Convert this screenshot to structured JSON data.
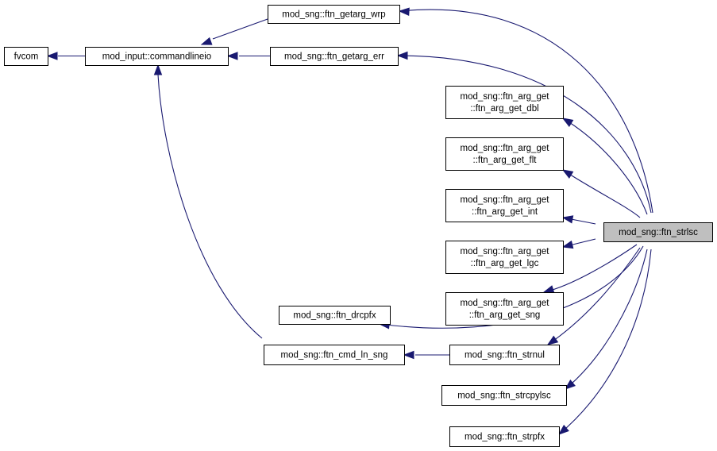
{
  "graph": {
    "nodes": {
      "fvcom": {
        "lines": [
          "fvcom"
        ]
      },
      "commandlineio": {
        "lines": [
          "mod_input::commandlineio"
        ]
      },
      "getarg_wrp": {
        "lines": [
          "mod_sng::ftn_getarg_wrp"
        ]
      },
      "getarg_err": {
        "lines": [
          "mod_sng::ftn_getarg_err"
        ]
      },
      "arg_get_dbl": {
        "lines": [
          "mod_sng::ftn_arg_get",
          "::ftn_arg_get_dbl"
        ]
      },
      "arg_get_flt": {
        "lines": [
          "mod_sng::ftn_arg_get",
          "::ftn_arg_get_flt"
        ]
      },
      "arg_get_int": {
        "lines": [
          "mod_sng::ftn_arg_get",
          "::ftn_arg_get_int"
        ]
      },
      "arg_get_lgc": {
        "lines": [
          "mod_sng::ftn_arg_get",
          "::ftn_arg_get_lgc"
        ]
      },
      "arg_get_sng": {
        "lines": [
          "mod_sng::ftn_arg_get",
          "::ftn_arg_get_sng"
        ]
      },
      "drcpfx": {
        "lines": [
          "mod_sng::ftn_drcpfx"
        ]
      },
      "cmd_ln_sng": {
        "lines": [
          "mod_sng::ftn_cmd_ln_sng"
        ]
      },
      "strnul": {
        "lines": [
          "mod_sng::ftn_strnul"
        ]
      },
      "strcpylsc": {
        "lines": [
          "mod_sng::ftn_strcpylsc"
        ]
      },
      "strpfx": {
        "lines": [
          "mod_sng::ftn_strpfx"
        ]
      },
      "strlsc": {
        "lines": [
          "mod_sng::ftn_strlsc"
        ]
      }
    },
    "edges": [
      {
        "from": "commandlineio",
        "to": "fvcom"
      },
      {
        "from": "getarg_wrp",
        "to": "commandlineio"
      },
      {
        "from": "getarg_err",
        "to": "commandlineio"
      },
      {
        "from": "cmd_ln_sng",
        "to": "commandlineio"
      },
      {
        "from": "strnul",
        "to": "cmd_ln_sng"
      },
      {
        "from": "strlsc",
        "to": "getarg_wrp"
      },
      {
        "from": "strlsc",
        "to": "getarg_err"
      },
      {
        "from": "strlsc",
        "to": "arg_get_dbl"
      },
      {
        "from": "strlsc",
        "to": "arg_get_flt"
      },
      {
        "from": "strlsc",
        "to": "arg_get_int"
      },
      {
        "from": "strlsc",
        "to": "arg_get_lgc"
      },
      {
        "from": "strlsc",
        "to": "arg_get_sng"
      },
      {
        "from": "strlsc",
        "to": "strnul"
      },
      {
        "from": "strlsc",
        "to": "drcpfx"
      },
      {
        "from": "strlsc",
        "to": "strcpylsc"
      },
      {
        "from": "strlsc",
        "to": "strpfx"
      }
    ],
    "focus_node": "strlsc",
    "colors": {
      "edge": "#191970",
      "focus_fill": "#bfbfbf",
      "node_fill": "#ffffff",
      "node_border": "#000000"
    }
  }
}
